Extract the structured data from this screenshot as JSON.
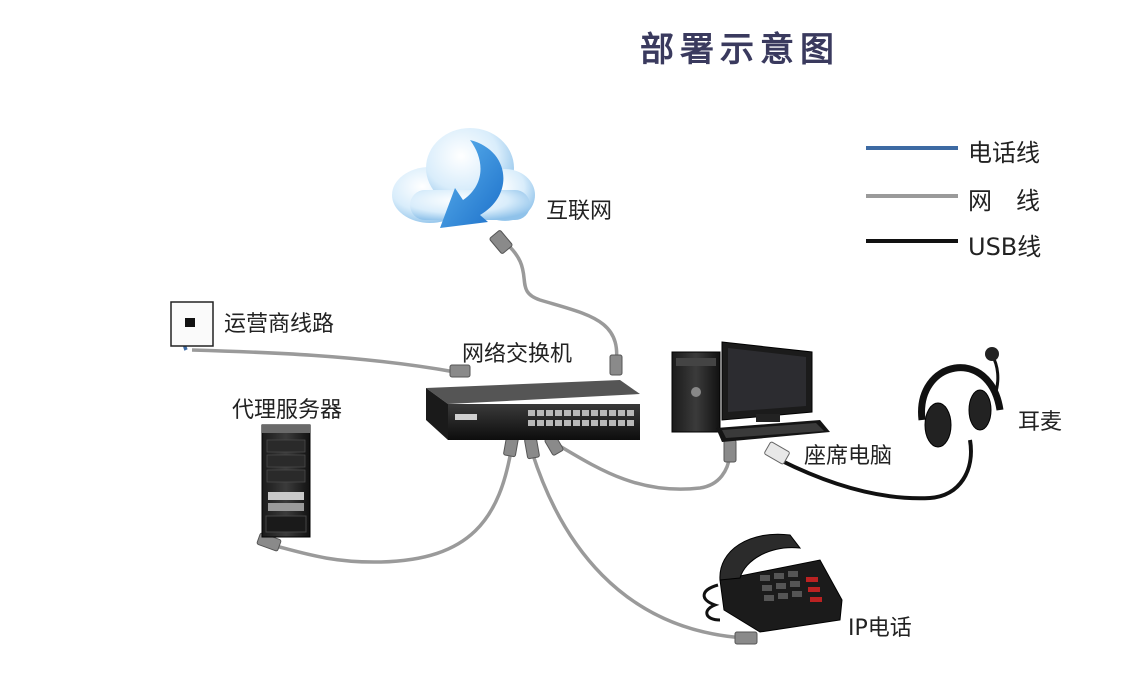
{
  "title": "部署示意图",
  "legend": [
    {
      "label": "电话线",
      "color": "#3d6aa3"
    },
    {
      "label": "网　线",
      "color": "#9a9a9a"
    },
    {
      "label": "USB线",
      "color": "#111111"
    }
  ],
  "nodes": {
    "internet": "互联网",
    "carrier_line": "运营商线路",
    "switch": "网络交换机",
    "proxy_server": "代理服务器",
    "desktop": "座席电脑",
    "headset": "耳麦",
    "ip_phone": "IP电话"
  }
}
